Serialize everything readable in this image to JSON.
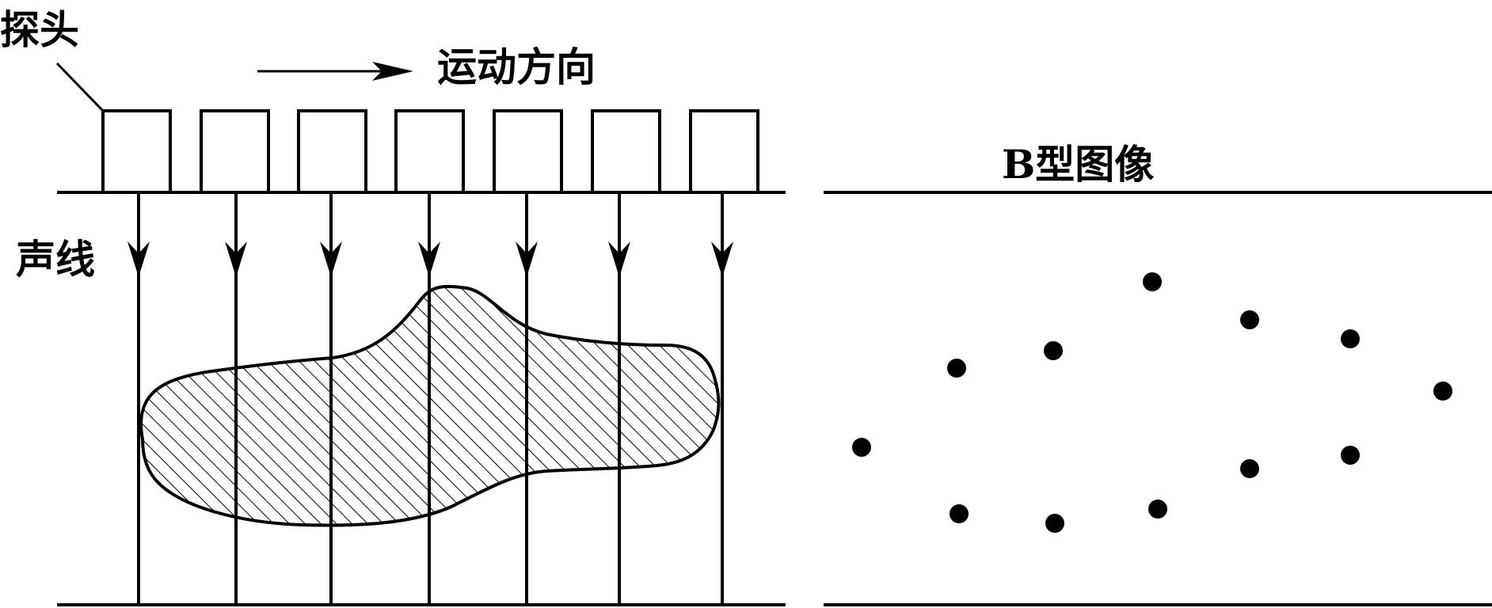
{
  "labels": {
    "probe": "探头",
    "direction": "运动方向",
    "sound_line": "声线",
    "b_image": "B型图像"
  },
  "probe_count": 7,
  "colors": {
    "stroke": "#000000",
    "background": "#ffffff"
  }
}
